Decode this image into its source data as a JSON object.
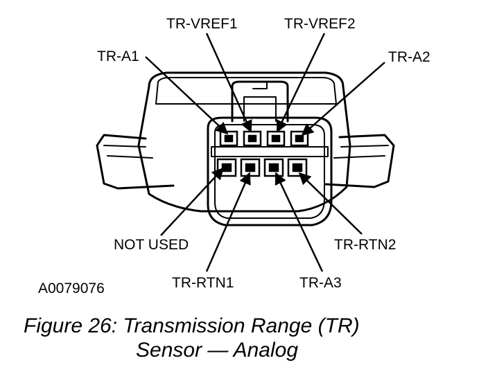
{
  "pins": {
    "tr_vref1": "TR-VREF1",
    "tr_vref2": "TR-VREF2",
    "tr_a1": "TR-A1",
    "tr_a2": "TR-A2",
    "not_used": "NOT USED",
    "tr_rtn2": "TR-RTN2",
    "tr_rtn1": "TR-RTN1",
    "tr_a3": "TR-A3"
  },
  "figure_id": "A0079076",
  "caption": {
    "line1": "Figure 26: Transmission Range (TR)",
    "line2": "Sensor — Analog"
  }
}
